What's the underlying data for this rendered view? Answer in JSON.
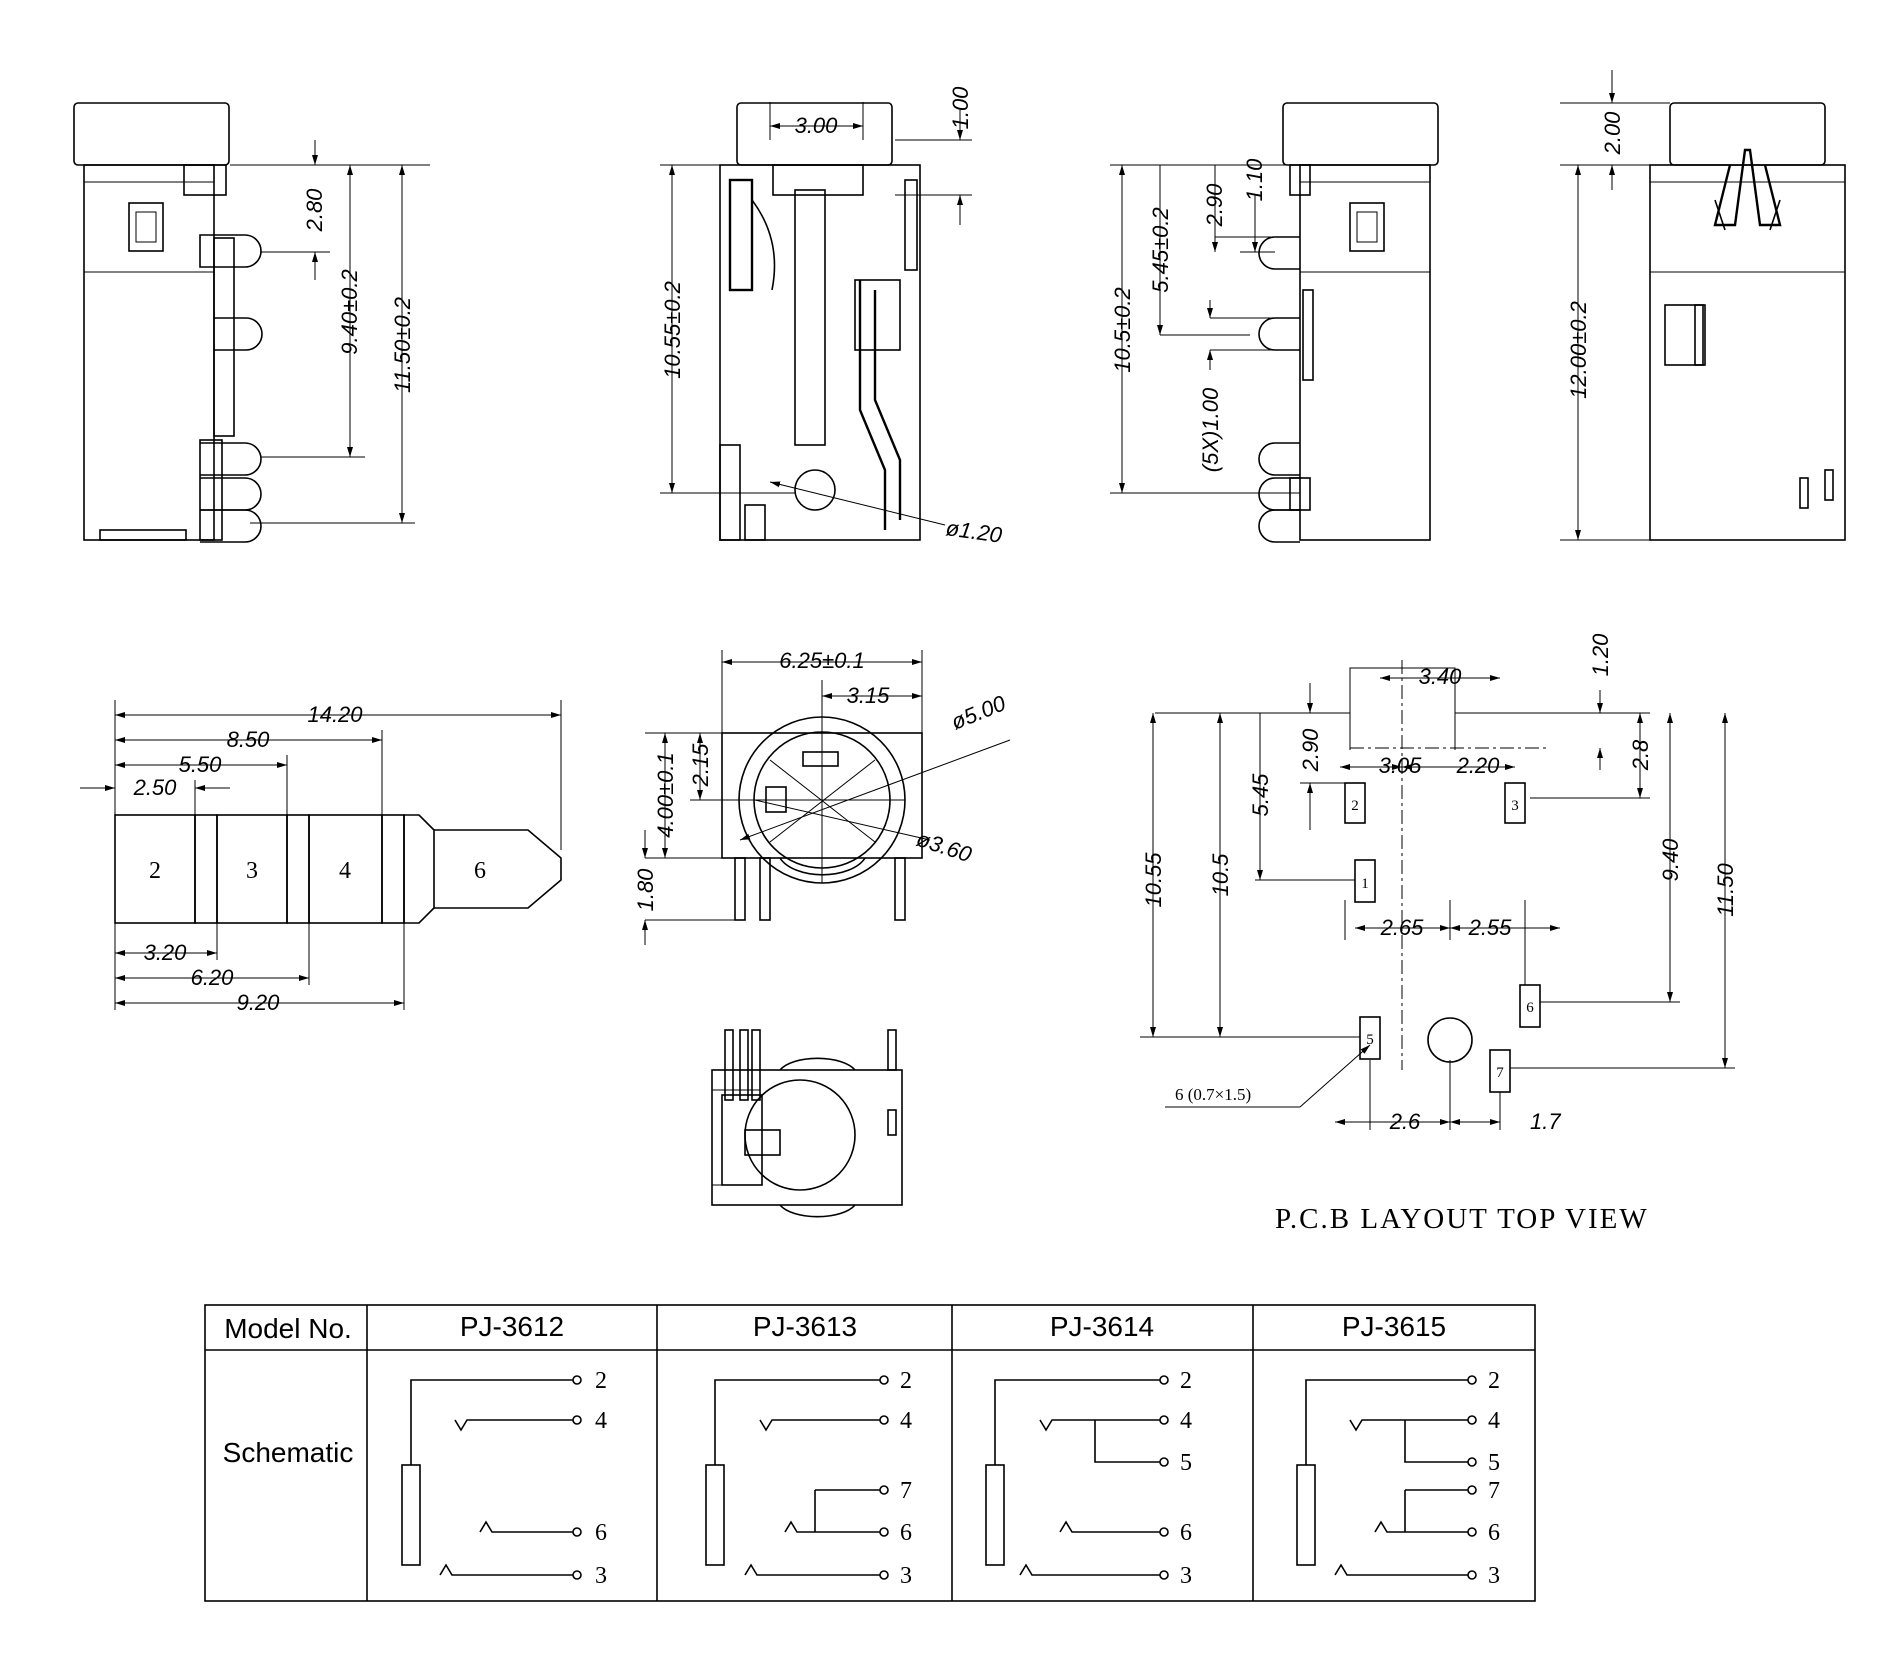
{
  "views": {
    "side_left": {
      "d1": "2.80",
      "d2": "9.40±0.2",
      "d3": "11.50±0.2"
    },
    "front": {
      "top": "3.00",
      "gap": "1.00",
      "height": "10.55±0.2",
      "hole": "ø1.20"
    },
    "side_right": {
      "h": "10.5±0.2",
      "a": "5.45±0.2",
      "b": "2.90",
      "c": "1.10",
      "d": "(5X)1.00"
    },
    "rear": {
      "top": "2.00",
      "h": "12.00±0.2"
    },
    "plug": {
      "total": "14.20",
      "d850": "8.50",
      "d550": "5.50",
      "d250": "2.50",
      "d320": "3.20",
      "d620": "6.20",
      "d920": "9.20",
      "seg": [
        "2",
        "3",
        "4",
        "6"
      ]
    },
    "face": {
      "w": "6.25±0.1",
      "off": "3.15",
      "big": "ø5.00",
      "small": "ø3.60",
      "h1": "4.00±0.1",
      "h2": "2.15",
      "h3": "1.80"
    }
  },
  "pcb": {
    "title": "P.C.B LAYOUT TOP VIEW",
    "d340": "3.40",
    "d120": "1.20",
    "d290": "2.90",
    "d305": "3.05",
    "d220": "2.20",
    "d28": "2.8",
    "d545": "5.45",
    "d1055": "10.55",
    "d105": "10.5",
    "d940": "9.40",
    "d1150": "11.50",
    "d265": "2.65",
    "d255": "2.55",
    "d26": "2.6",
    "d17": "1.7",
    "note": "6 (0.7×1.5)",
    "pads": [
      "1",
      "2",
      "3",
      "5",
      "6",
      "7"
    ]
  },
  "table": {
    "model_label": "Model No.",
    "schematic_label": "Schematic",
    "models": [
      {
        "name": "PJ-3612",
        "pins": [
          "2",
          "4",
          "6",
          "3"
        ]
      },
      {
        "name": "PJ-3613",
        "pins": [
          "2",
          "4",
          "7",
          "6",
          "3"
        ]
      },
      {
        "name": "PJ-3614",
        "pins": [
          "2",
          "4",
          "5",
          "6",
          "3"
        ]
      },
      {
        "name": "PJ-3615",
        "pins": [
          "2",
          "4",
          "5",
          "7",
          "6",
          "3"
        ]
      }
    ]
  }
}
